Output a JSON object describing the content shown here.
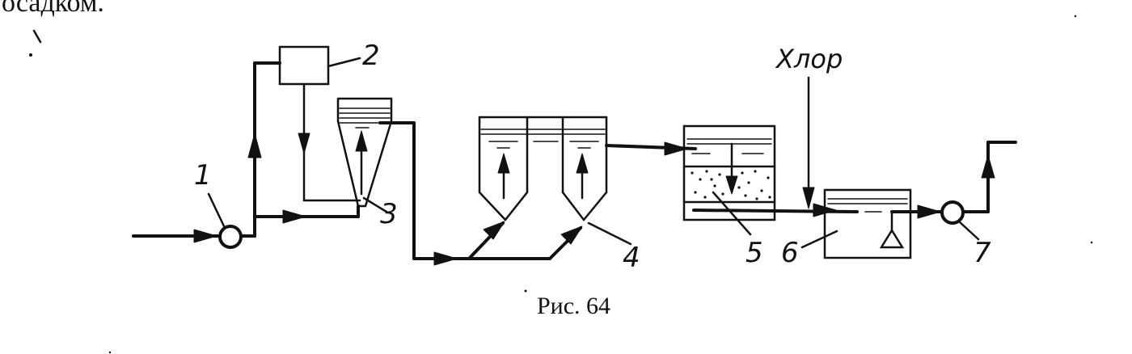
{
  "top_text": "осадком.",
  "labels": {
    "n1": "1",
    "n2": "2",
    "n3": "3",
    "n4": "4",
    "n5": "5",
    "n6": "6",
    "n7": "7",
    "chlorine": "Хлор"
  },
  "caption": "Рис. 64",
  "colors": {
    "ink": "#111111",
    "paper": "#ffffff"
  }
}
